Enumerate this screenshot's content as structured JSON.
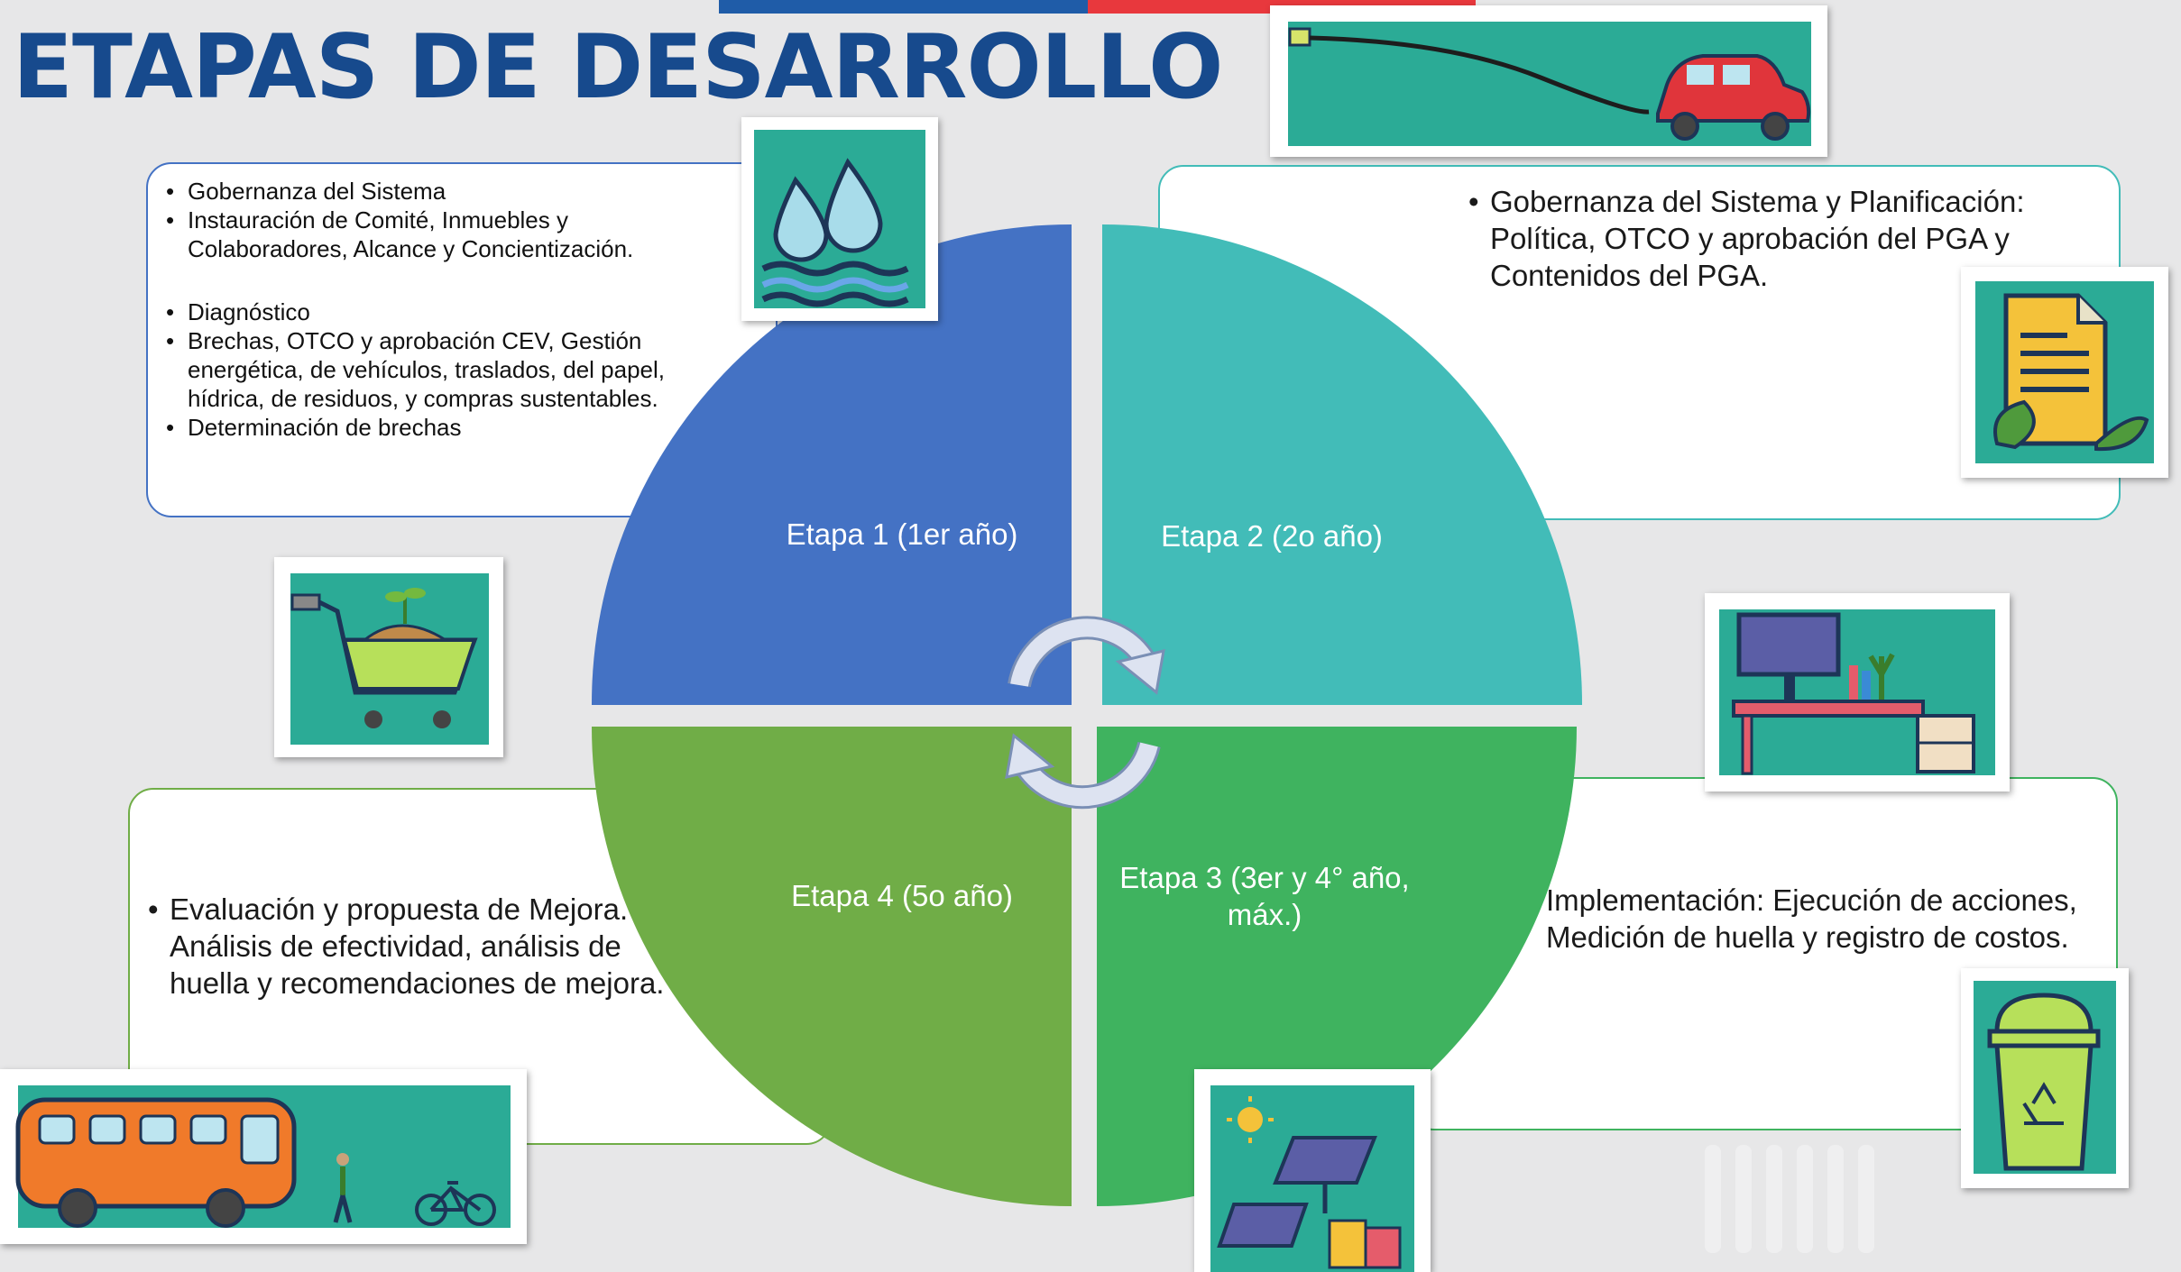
{
  "title": "ETAPAS DE DESARROLLO",
  "stages": [
    {
      "label": "Etapa 1 (1er año)",
      "color": "#4472c4"
    },
    {
      "label": "Etapa 2 (2o año)",
      "color": "#42bcb8"
    },
    {
      "label_line1": "Etapa 3 (3er y 4° año,",
      "label_line2": "máx.)",
      "color": "#3fb35f"
    },
    {
      "label": "Etapa 4 (5o año)",
      "color": "#70ad47"
    }
  ],
  "stage1_box": {
    "items": [
      "Gobernanza del Sistema",
      "Instauración de Comité, Inmuebles y Colaboradores, Alcance y Concientización.",
      "Diagnóstico",
      "Brechas, OTCO y aprobación CEV, Gestión energética, de vehículos, traslados, del papel, hídrica, de residuos, y compras sustentables.",
      "Determinación de brechas"
    ]
  },
  "stage2_box": {
    "items": [
      "Gobernanza del Sistema y Planificación: Política, OTCO y aprobación del PGA y Contenidos del PGA."
    ]
  },
  "stage3_box": {
    "text_line1": "Implementación: Ejecución de acciones,",
    "text_line2": "Medición de huella y registro de costos."
  },
  "stage4_box": {
    "items": [
      "Evaluación y propuesta de Mejora. Análisis de efectividad, análisis de huella y recomendaciones de mejora."
    ]
  },
  "icons": [
    "water-drops-icon",
    "electric-car-icon",
    "document-leaf-icon",
    "shopping-cart-icon",
    "desk-computer-icon",
    "recycle-bin-icon",
    "bus-bicycle-icon",
    "solar-panel-icon"
  ],
  "colors": {
    "title": "#174a8d",
    "flag_blue": "#1f5ca8",
    "flag_red": "#e8383d",
    "tile_teal": "#2bab96"
  }
}
